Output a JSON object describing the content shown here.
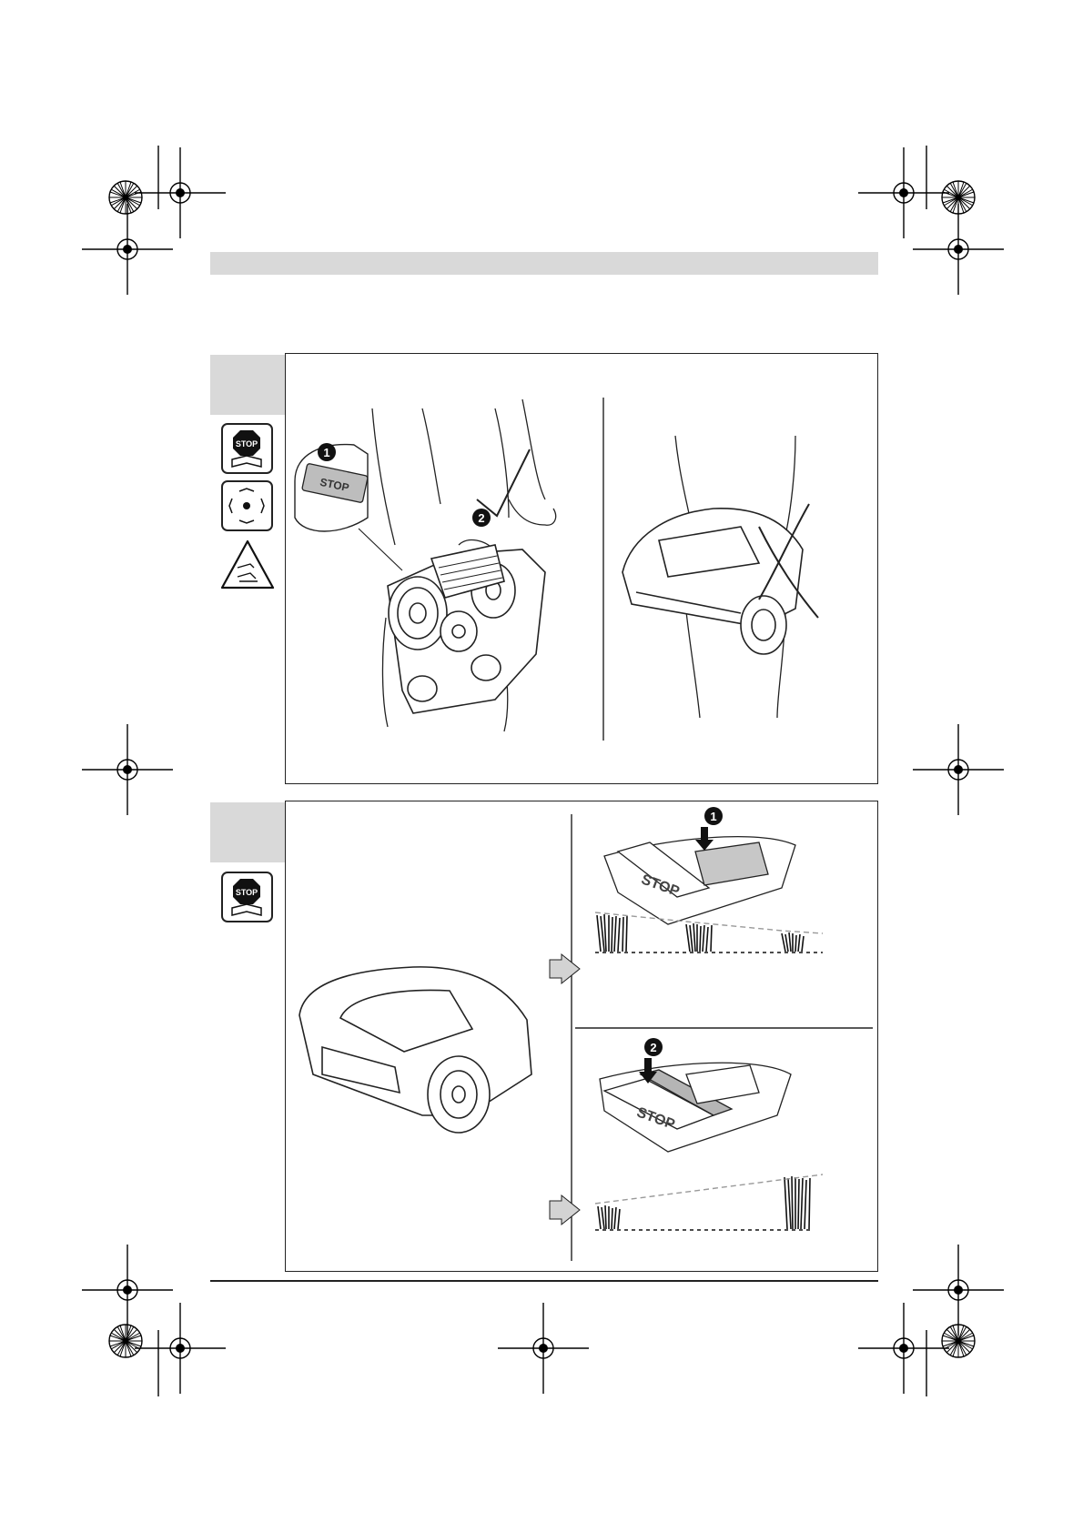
{
  "page": {
    "panel_a": {
      "callout_1": "❶",
      "callout_2": "❷",
      "stop_label": "STOP",
      "correct_mark": "check-mark",
      "wrong_mark": "cross-mark",
      "icons": [
        "stop-read-manual-icon",
        "rotating-blades-icon",
        "hand-hazard-warning-icon"
      ]
    },
    "panel_b": {
      "callout_1": "❶",
      "callout_2": "❷",
      "stop_label": "STOP",
      "icons": [
        "stop-read-manual-icon"
      ]
    },
    "stop_sign_text": "STOP"
  }
}
